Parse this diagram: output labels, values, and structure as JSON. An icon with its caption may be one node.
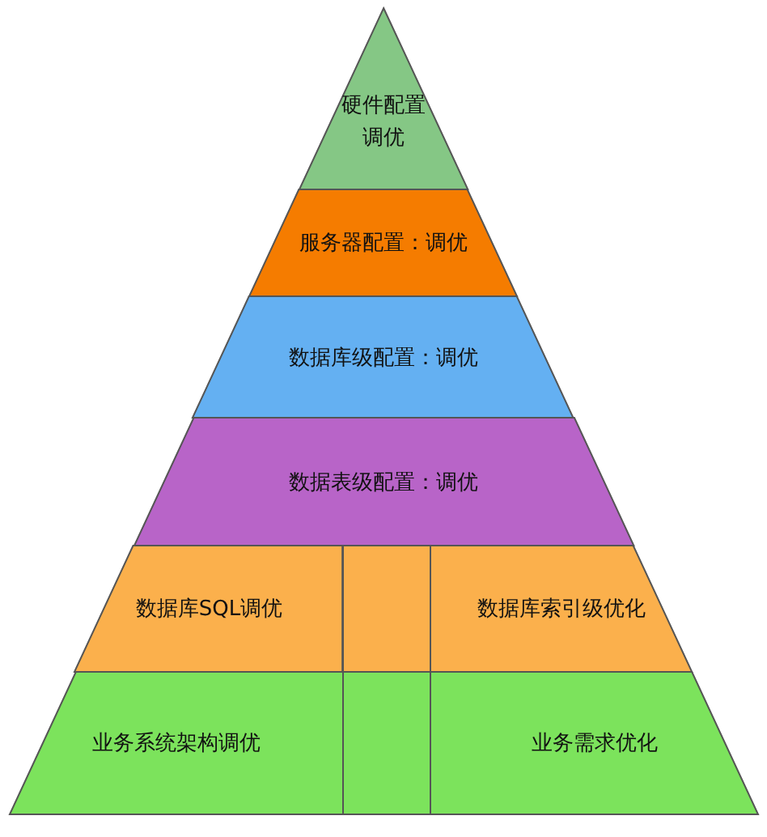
{
  "diagram": {
    "nodes": [
      {
        "text": [
          "硬件配置调优"
        ]
      },
      {
        "text": [
          "服务器配置：调优"
        ]
      },
      {
        "text": [
          "数据库级配置：调优"
        ]
      },
      {
        "text": [
          "数据表级配置：调优"
        ]
      },
      {
        "text": [
          "数据库SQL调优"
        ]
      },
      {
        "text": [],
        "shape": "box"
      },
      {
        "text": [
          "数据库索引级优化"
        ]
      },
      {
        "text": [
          "业务系统架构调优"
        ]
      },
      {
        "text": [],
        "shape": "box"
      },
      {
        "text": [
          "业务需求优化"
        ]
      }
    ]
  }
}
